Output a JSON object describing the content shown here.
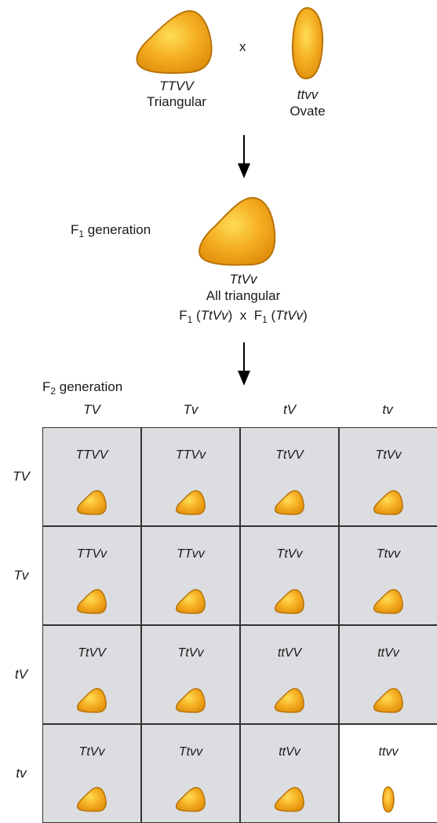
{
  "parents": {
    "left_genotype": "TTVV",
    "left_phenotype": "Triangular",
    "cross": "x",
    "right_genotype": "ttvv",
    "right_phenotype": "Ovate"
  },
  "f1": {
    "label_main": "F",
    "label_sub": "1",
    "label_rest": " generation",
    "genotype": "TtVv",
    "phenotype": "All triangular",
    "cross_f": "F",
    "cross_sub": "1",
    "cross_geno": "TtVv",
    "cross_x": "x"
  },
  "f2": {
    "label_main": "F",
    "label_sub": "2",
    "label_rest": " generation",
    "col_headers": [
      "TV",
      "Tv",
      "tV",
      "tv"
    ],
    "row_headers": [
      "TV",
      "Tv",
      "tV",
      "tv"
    ],
    "cells": [
      [
        "TTVV",
        "TTVv",
        "TtVV",
        "TtVv"
      ],
      [
        "TTVv",
        "TTvv",
        "TtVv",
        "Ttvv"
      ],
      [
        "TtVV",
        "TtVv",
        "ttVV",
        "ttVv"
      ],
      [
        "TtVv",
        "Ttvv",
        "ttVv",
        "ttvv"
      ]
    ],
    "shapes": [
      [
        "triangular",
        "triangular",
        "triangular",
        "triangular"
      ],
      [
        "triangular",
        "triangular",
        "triangular",
        "triangular"
      ],
      [
        "triangular",
        "triangular",
        "triangular",
        "triangular"
      ],
      [
        "triangular",
        "triangular",
        "triangular",
        "ovate"
      ]
    ]
  },
  "colors": {
    "seed_fill": "#f2a81d",
    "seed_highlight": "#ffd54a",
    "seed_stroke": "#b8740a",
    "cell_bg": "#dcdde0",
    "ovate_cell_bg": "#ffffff"
  }
}
